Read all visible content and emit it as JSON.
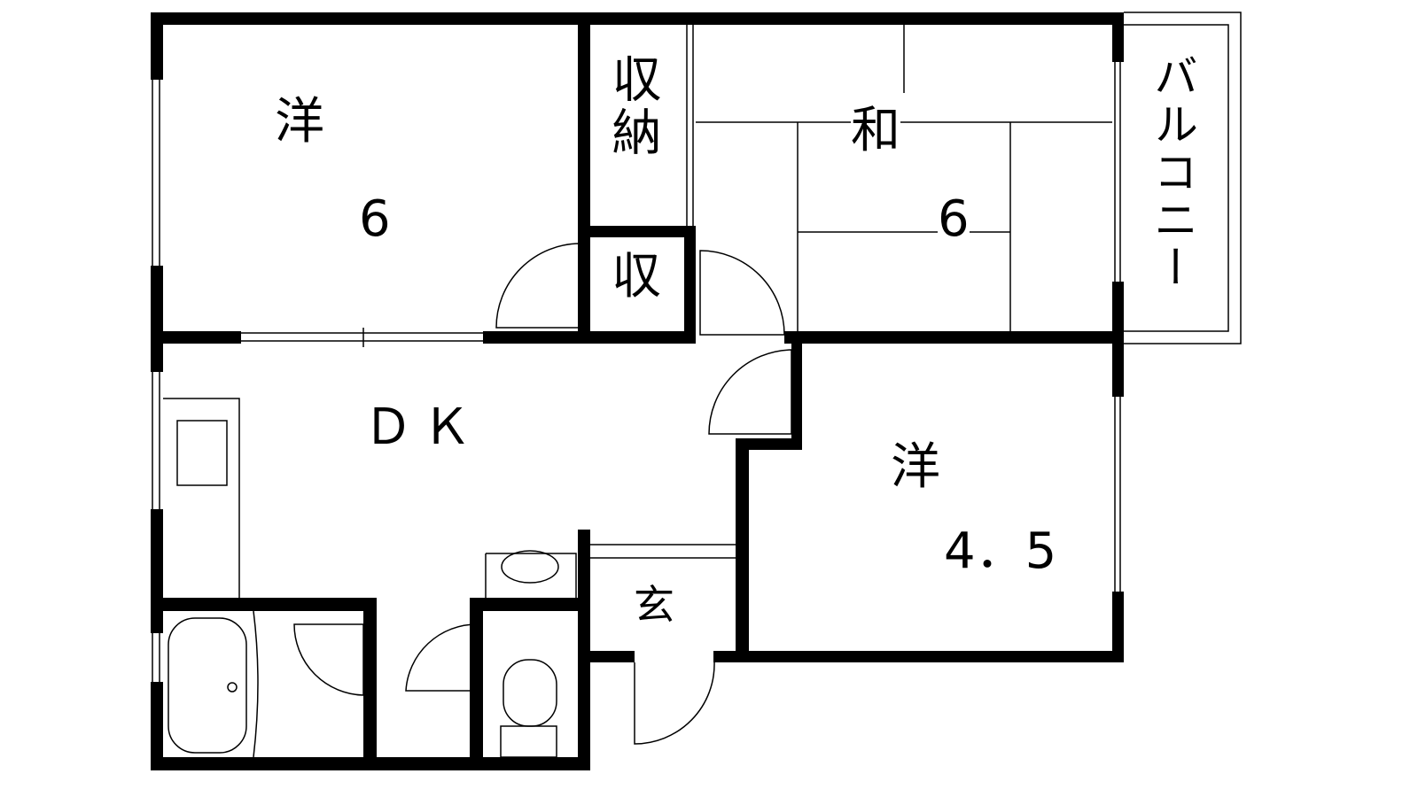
{
  "rooms": {
    "western_1": {
      "type": "洋",
      "size": "6"
    },
    "storage_large": {
      "label": "収納"
    },
    "storage_small": {
      "label": "収"
    },
    "japanese": {
      "type": "和",
      "size": "6"
    },
    "balcony": {
      "label": "バルコニー"
    },
    "dk": {
      "label": "ＤＫ"
    },
    "western_2": {
      "type": "洋",
      "size": "4．5"
    },
    "entrance": {
      "label": "玄"
    }
  },
  "colors": {
    "wall": "#000000",
    "background": "#ffffff"
  }
}
